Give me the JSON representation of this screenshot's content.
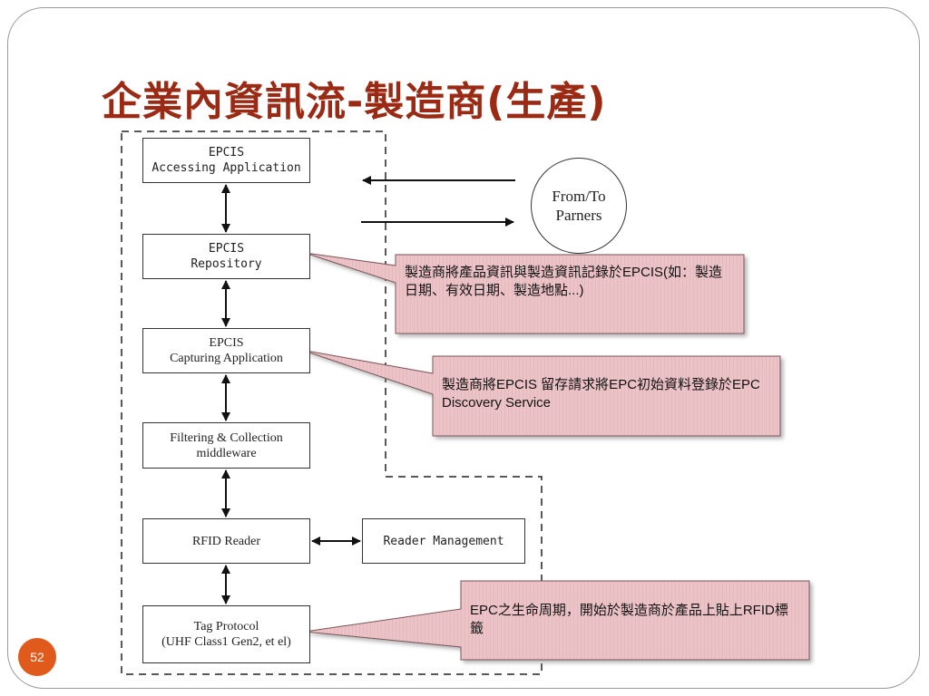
{
  "slide": {
    "title": "企業內資訊流-製造商(生產)",
    "page_number": "52"
  },
  "diagram": {
    "boxes": {
      "accessing": "EPCIS\nAccessing Application",
      "repository": "EPCIS\nRepository",
      "capturing": "EPCIS\nCapturing Application",
      "filtering": "Filtering & Collection\nmiddleware",
      "reader": "RFID Reader",
      "reader_mgmt": "Reader Management",
      "tag": "Tag Protocol\n(UHF Class1 Gen2, et el)"
    },
    "partners": "From/To\nParners"
  },
  "callouts": {
    "repository_note": "製造商將產品資訊與製造資訊記錄於EPCIS(如：製造日期、有效日期、製造地點...)",
    "capturing_note": "製造商將EPCIS 留存請求將EPC初始資料登錄於EPC Discovery Service",
    "tag_note": "EPC之生命周期，開始於製造商於產品上貼上RFID標籤"
  },
  "colors": {
    "title": "#9b2a14",
    "callout_fill": "#ecc4c8",
    "callout_border": "#7a5558",
    "badge": "#e05a1c"
  }
}
